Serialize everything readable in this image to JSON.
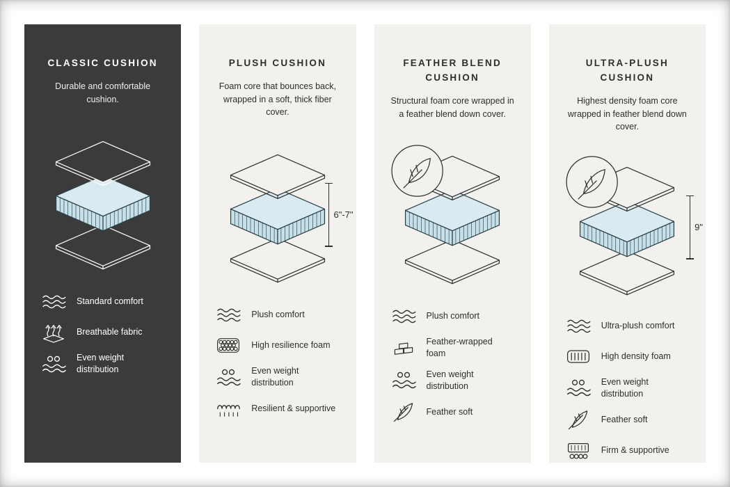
{
  "colors": {
    "dark_column_bg": "#3b3b3b",
    "light_column_bg": "#f2f1ed",
    "cushion_core_top": "#d9ebf0",
    "cushion_core_side": "#c5e0e8",
    "core_stroke": "#2c3e46"
  },
  "columns": [
    {
      "id": "classic",
      "title": "CLASSIC CUSHION",
      "description": "Durable and comfortable cushion.",
      "has_feather_badge": false,
      "dimension": null,
      "features": [
        {
          "icon": "waves-icon",
          "label": "Standard comfort"
        },
        {
          "icon": "breathable-icon",
          "label": "Breathable fabric"
        },
        {
          "icon": "even-weight-icon",
          "label": "Even weight distribution"
        }
      ]
    },
    {
      "id": "plush",
      "title": "PLUSH CUSHION",
      "description": "Foam core that bounces back, wrapped in a soft, thick fiber cover.",
      "has_feather_badge": false,
      "dimension": "6\"-7\"",
      "features": [
        {
          "icon": "waves-icon",
          "label": "Plush comfort"
        },
        {
          "icon": "foam-cells-icon",
          "label": "High resilience foam"
        },
        {
          "icon": "even-weight-icon",
          "label": "Even weight distribution"
        },
        {
          "icon": "spring-icon",
          "label": "Resilient & supportive"
        }
      ]
    },
    {
      "id": "feather-blend",
      "title": "FEATHER BLEND CUSHION",
      "description": "Structural foam core wrapped in a feather blend down cover.",
      "has_feather_badge": true,
      "dimension": null,
      "features": [
        {
          "icon": "waves-icon",
          "label": "Plush comfort"
        },
        {
          "icon": "bricks-icon",
          "label": "Feather-wrapped foam"
        },
        {
          "icon": "even-weight-icon",
          "label": "Even weight distribution"
        },
        {
          "icon": "feather-icon",
          "label": "Feather soft"
        }
      ]
    },
    {
      "id": "ultra-plush",
      "title": "ULTRA-PLUSH CUSHION",
      "description": "Highest density foam core wrapped in feather blend down cover.",
      "has_feather_badge": true,
      "dimension": "9\"",
      "features": [
        {
          "icon": "waves-icon",
          "label": "Ultra-plush comfort"
        },
        {
          "icon": "density-icon",
          "label": "High density foam"
        },
        {
          "icon": "even-weight-icon",
          "label": "Even weight distribution"
        },
        {
          "icon": "feather-icon",
          "label": "Feather soft"
        },
        {
          "icon": "firm-icon",
          "label": "Firm & supportive"
        }
      ]
    }
  ]
}
